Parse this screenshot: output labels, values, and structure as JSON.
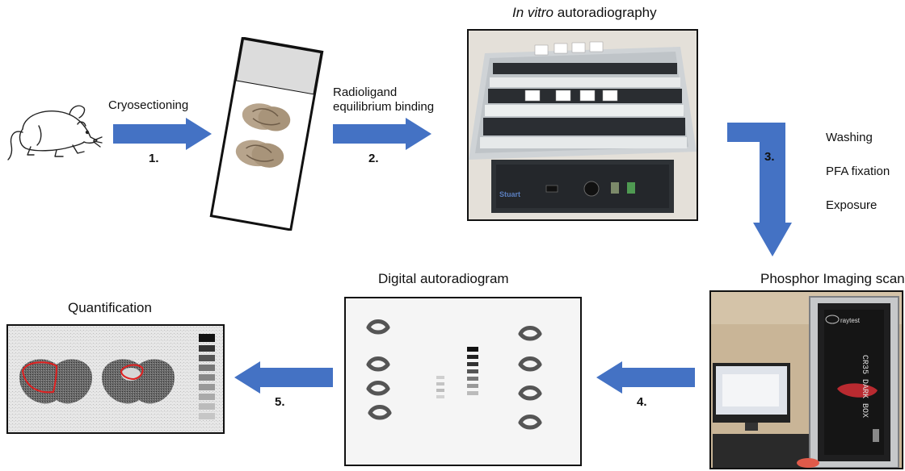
{
  "steps": {
    "step1": {
      "label": "Cryosectioning",
      "number": "1."
    },
    "step2": {
      "label_line1": "Radioligand",
      "label_line2": "equilibrium binding",
      "number": "2."
    },
    "step3": {
      "number": "3.",
      "items": [
        "Washing",
        "PFA fixation",
        "Exposure"
      ]
    },
    "step4": {
      "number": "4."
    },
    "step5": {
      "number": "5."
    }
  },
  "panels": {
    "autoradiography": {
      "title_italic": "In vitro",
      "title_rest": " autoradiography"
    },
    "phosphor": {
      "title": "Phosphor Imaging scan",
      "cabinet_text": "CR35 DARK BOX",
      "brand": "raytest"
    },
    "digital": {
      "title": "Digital autoradiogram"
    },
    "quant": {
      "title": "Quantification"
    }
  },
  "colors": {
    "arrow": "#4472c4",
    "roi": "#e02020"
  }
}
